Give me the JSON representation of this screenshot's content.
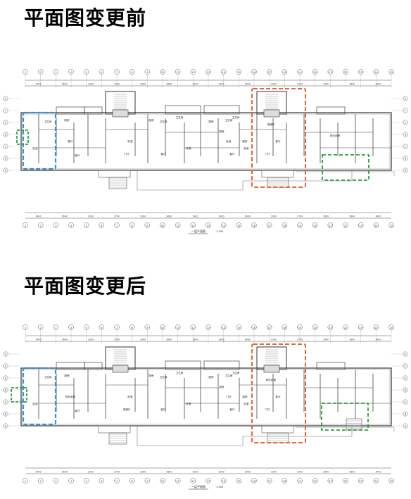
{
  "titles": {
    "before": "平面图变更前",
    "after": "平面图变更后"
  },
  "colors": {
    "blue_highlight": "#3a8fd6",
    "green_highlight": "#2f9e3a",
    "orange_highlight": "#e2643a",
    "line": "#555555"
  },
  "plan_before": {
    "caption": "一层平面图",
    "scale": "1:100",
    "room_labels": [
      "卫生间",
      "厨房",
      "卧室",
      "餐厅",
      "客厅",
      "卫生间",
      "厨房",
      "卧室",
      "客厅",
      "卫生间",
      "卧室",
      "厨房",
      "客厅",
      "卫生间",
      "厨房",
      "卧室",
      "客厅",
      "卫生间",
      "厨房",
      "卧室",
      "门厅",
      "门厅",
      "电梯厅",
      "商业用房"
    ]
  },
  "plan_after": {
    "caption": "一层平面图",
    "scale": "1:100",
    "room_labels": [
      "卫生间",
      "厨房",
      "卧室",
      "物业用房",
      "客厅",
      "卫生间",
      "厨房",
      "卧室",
      "客厅",
      "卫生间",
      "卧室",
      "厨房",
      "客厅",
      "卫生间",
      "厨房",
      "卧室",
      "客厅",
      "卫生间",
      "厨房",
      "门厅",
      "门厅",
      "电梯厅",
      "物业用房"
    ]
  },
  "dimensions_top": [
    "3400",
    "3600",
    "3300",
    "2700",
    "3300",
    "3600",
    "3300",
    "3300",
    "3600",
    "3300",
    "2700",
    "3300",
    "3600",
    "3400"
  ],
  "dimensions_bottom": [
    "3400",
    "3600",
    "3300",
    "2700",
    "3300",
    "3600",
    "3300",
    "3300",
    "3600",
    "3300",
    "2700",
    "3300",
    "3600",
    "3400"
  ],
  "axis_numbers": [
    "1",
    "2",
    "3",
    "4",
    "5",
    "6",
    "7",
    "8",
    "9",
    "10",
    "11",
    "12",
    "13",
    "14",
    "15",
    "16",
    "17",
    "18",
    "19",
    "20",
    "21",
    "22",
    "23",
    "24",
    "25"
  ],
  "row_letters": [
    "A",
    "B",
    "C",
    "D",
    "E",
    "F",
    "G"
  ]
}
